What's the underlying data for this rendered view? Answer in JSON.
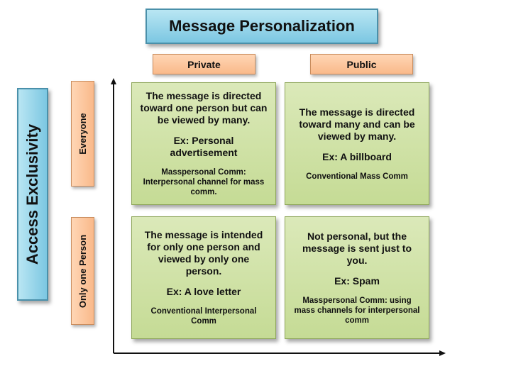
{
  "title": "Message Personalization",
  "side_label": "Access Exclusivity",
  "columns": {
    "private": "Private",
    "public": "Public"
  },
  "rows": {
    "everyone": "Everyone",
    "only_one": "Only one Person"
  },
  "cells": {
    "private_everyone": {
      "description": "The message is directed toward one person but can be viewed by many.",
      "example": "Ex: Personal advertisement",
      "type": "Masspersonal Comm: Interpersonal channel for mass comm."
    },
    "public_everyone": {
      "description": "The message is directed toward many and can be viewed by many.",
      "example": "Ex: A billboard",
      "type": "Conventional Mass Comm"
    },
    "private_only_one": {
      "description": "The message is intended for only one person and viewed by only one person.",
      "example": "Ex: A love letter",
      "type": "Conventional Interpersonal Comm"
    },
    "public_only_one": {
      "description": "Not personal, but the message is sent just to you.",
      "example": "Ex: Spam",
      "type": "Masspersonal Comm: using mass channels for interpersonal comm"
    }
  }
}
